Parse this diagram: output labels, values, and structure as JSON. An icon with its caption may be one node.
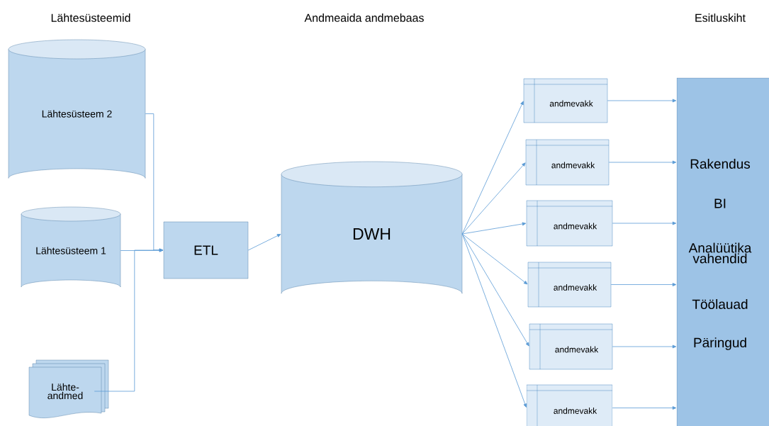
{
  "diagram": {
    "nodes": [
      {
        "text": [
          "Lähtesüsteem 2"
        ]
      },
      {
        "text": [
          "Lähtesüsteem 1"
        ]
      },
      {
        "text": [
          "Lähte- andmed"
        ]
      },
      {
        "text": [
          "ETL"
        ]
      },
      {
        "text": [
          "DWH"
        ]
      },
      {
        "text": [
          "andmevakk"
        ]
      },
      {
        "text": [
          "andmevakk"
        ]
      },
      {
        "text": [
          "andmevakk"
        ]
      },
      {
        "text": [
          "andmevakk"
        ]
      },
      {
        "text": [
          "andmevakk"
        ]
      },
      {
        "text": [
          "andmevakk"
        ]
      },
      {
        "text": [
          "Rakendus",
          "BI",
          "Analüütika vahendid",
          "Töölauad",
          "Päringud"
        ]
      }
    ],
    "edges": [
      {
        "from": 0,
        "to": 3,
        "arrow": "to"
      },
      {
        "from": 1,
        "to": 3,
        "arrow": "to"
      },
      {
        "from": 2,
        "to": 3,
        "arrow": "to"
      },
      {
        "from": 3,
        "to": 4,
        "arrow": "to"
      },
      {
        "from": 4,
        "to": 5,
        "arrow": "to"
      },
      {
        "from": 4,
        "to": 6,
        "arrow": "to"
      },
      {
        "from": 4,
        "to": 7,
        "arrow": "to"
      },
      {
        "from": 4,
        "to": 8,
        "arrow": "to"
      },
      {
        "from": 4,
        "to": 9,
        "arrow": "to"
      },
      {
        "from": 4,
        "to": 10,
        "arrow": "to"
      },
      {
        "from": 5,
        "to": 11,
        "arrow": "to"
      },
      {
        "from": 6,
        "to": 11,
        "arrow": "to"
      },
      {
        "from": 7,
        "to": 11,
        "arrow": "to"
      },
      {
        "from": 8,
        "to": 11,
        "arrow": "to"
      },
      {
        "from": 9,
        "to": 11,
        "arrow": "to"
      },
      {
        "from": 10,
        "to": 11,
        "arrow": "to"
      }
    ],
    "labels": [
      "Lähtesüsteemid",
      "Andmeaida andmebaas",
      "Esitluskiht"
    ]
  }
}
